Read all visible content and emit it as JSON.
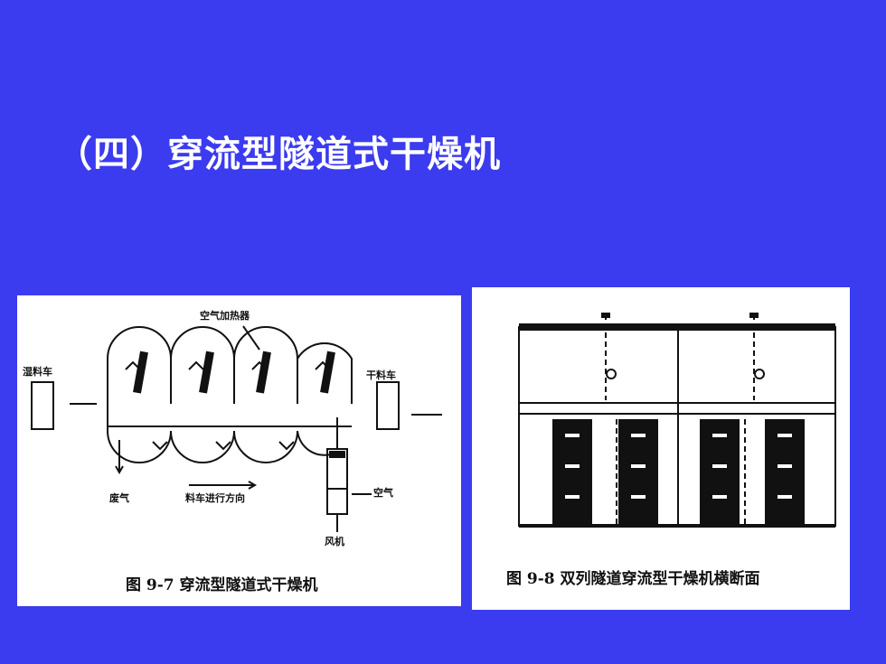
{
  "slide": {
    "title": "（四）穿流型隧道式干燥机",
    "background_color": "#3b3bef"
  },
  "figure1": {
    "labels": {
      "heater": "空气加热器",
      "wet_cart": "湿料车",
      "dry_cart": "干料车",
      "exhaust": "废气",
      "direction": "料车进行方向",
      "air": "空气",
      "fan": "风机"
    },
    "caption": "图 9-7   穿流型隧道式干燥机"
  },
  "figure2": {
    "caption": "图 9-8   双列隧道穿流型干燥机横断面"
  }
}
